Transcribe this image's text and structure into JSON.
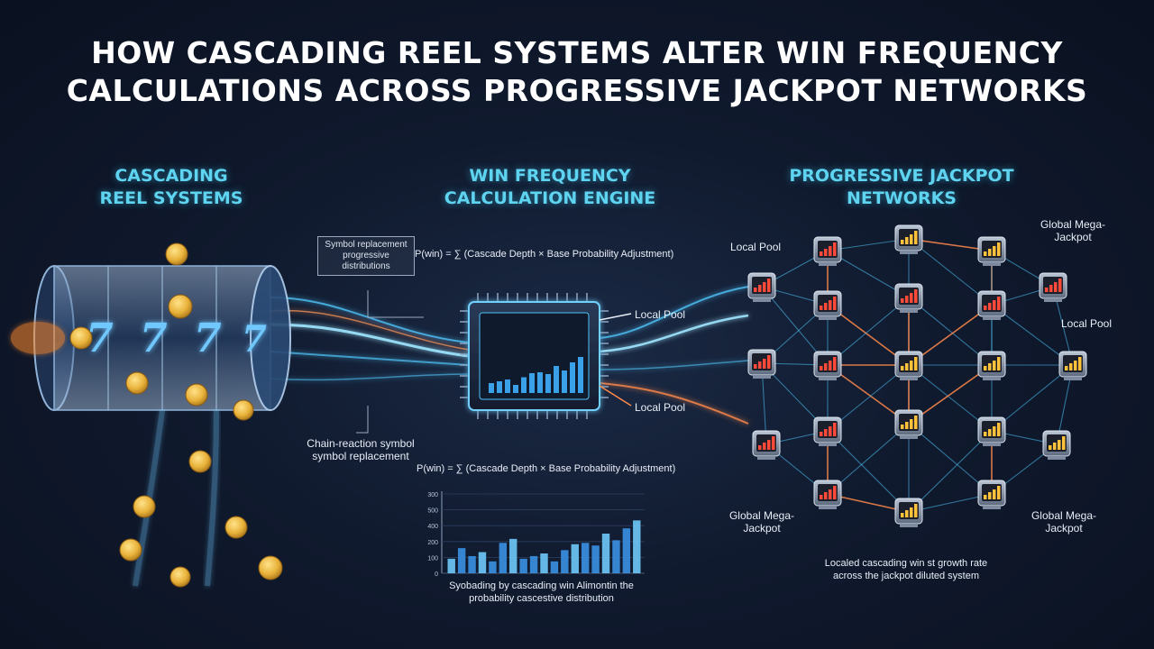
{
  "title": {
    "line1": "HOW CASCADING REEL SYSTEMS ALTER WIN FREQUENCY",
    "line2": "CALCULATIONS ACROSS PROGRESSIVE JACKPOT NETWORKS"
  },
  "sections": {
    "cascading": {
      "line1": "CASCADING",
      "line2": "REEL SYSTEMS"
    },
    "engine": {
      "line1": "WIN FREQUENCY",
      "line2": "CALCULATION ENGINE"
    },
    "jackpot": {
      "line1": "PROGRESSIVE JACKPOT",
      "line2": "NETWORKS"
    }
  },
  "labels": {
    "symbol_replacement": "Symbol replacement progressive distributions",
    "chain_reaction": "Chain-reaction symbol symbol replacement",
    "formula_top": "P(win) = ∑ (Cascade Depth × Base Probability Adjustment)",
    "formula_bottom": "P(win) = ∑ (Cascade Depth × Base Probability Adjustment)",
    "local_pool_engine_1": "Local Pool",
    "local_pool_engine_2": "Local Pool",
    "local_pool_network_left": "Local Pool",
    "local_pool_network_right": "Local Pool",
    "global_top_right": "Global Mega-Jackpot",
    "global_bottom_left": "Global Mega-Jackpot",
    "global_bottom_right": "Global Mega-Jackpot",
    "network_caption": "Localed cascading win st growth rate across the jackpot diluted system",
    "chart_caption": "Syobading by cascading win Alimontin the probability cascestive distribution"
  },
  "reel_symbols": [
    "7",
    "7",
    "7",
    "7"
  ],
  "colors": {
    "accent": "#5fd4f0",
    "orange_link": "#ff8a4a",
    "blue_link": "#4fc3f7",
    "bar": "#3aa0e8",
    "coin": "#e8b23a"
  },
  "chart_data": {
    "type": "bar",
    "title": "",
    "xlabel": "",
    "ylabel": "",
    "ytick_labels": [
      "300",
      "500",
      "400",
      "200",
      "100",
      "0"
    ],
    "ylim": [
      0,
      600
    ],
    "values": [
      110,
      190,
      130,
      160,
      90,
      230,
      260,
      110,
      130,
      150,
      90,
      175,
      220,
      230,
      210,
      300,
      250,
      340,
      400
    ],
    "grid": true
  }
}
